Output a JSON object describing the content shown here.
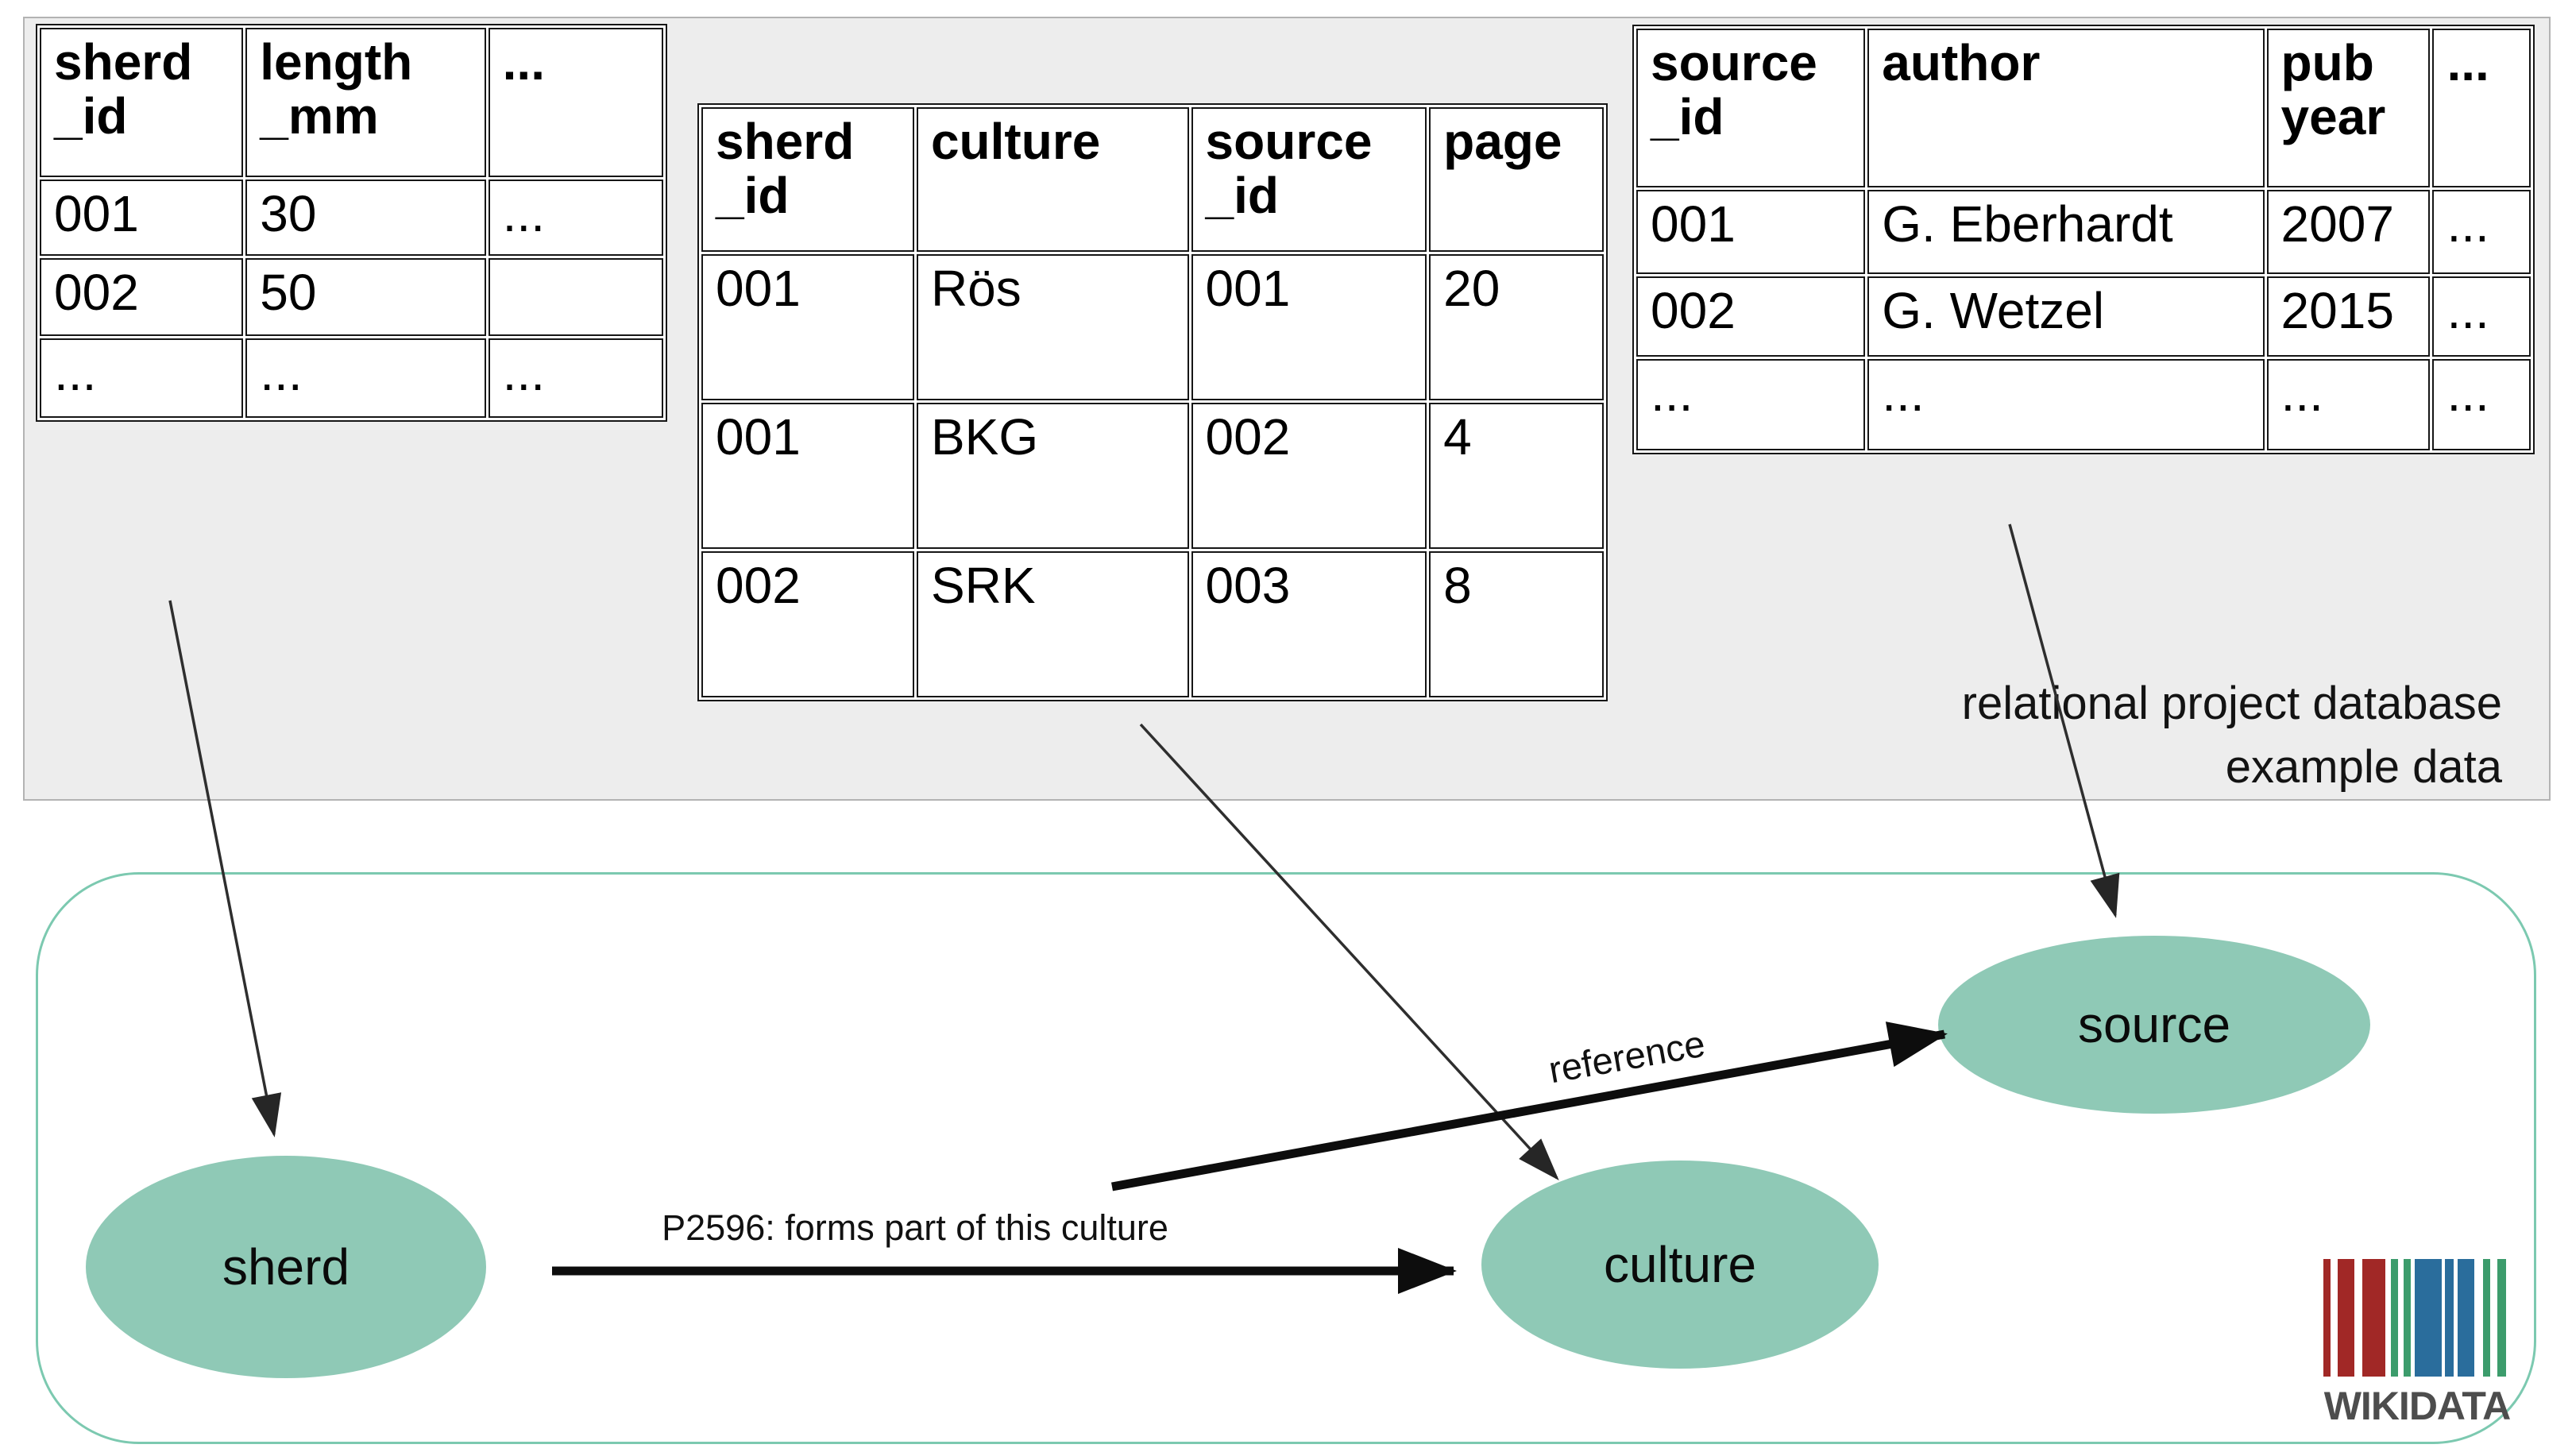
{
  "caption": {
    "line1": "relational project database",
    "line2": "example data"
  },
  "tables": {
    "sherd": {
      "headers": [
        "sherd\n_id",
        "length\n_mm",
        "..."
      ],
      "rows": [
        [
          "001",
          "30",
          "..."
        ],
        [
          "002",
          "50",
          ""
        ],
        [
          "...",
          "...",
          "..."
        ]
      ]
    },
    "sherd_culture": {
      "headers": [
        "sherd\n_id",
        "culture",
        "source\n_id",
        "page"
      ],
      "rows": [
        [
          "001",
          "Rös",
          "001",
          "20"
        ],
        [
          "001",
          "BKG",
          "002",
          "4"
        ],
        [
          "002",
          "SRK",
          "003",
          "8"
        ]
      ]
    },
    "source": {
      "headers": [
        "source\n_id",
        "author",
        "pub\nyear",
        "..."
      ],
      "rows": [
        [
          "001",
          "G. Eberhardt",
          "2007",
          "..."
        ],
        [
          "002",
          "G. Wetzel",
          "2015",
          "..."
        ],
        [
          "...",
          "...",
          "...",
          "..."
        ]
      ]
    }
  },
  "diagram": {
    "entities": {
      "sherd": "sherd",
      "culture": "culture",
      "source": "source"
    },
    "arrow_labels": {
      "p2596": "P2596: forms part of this culture",
      "reference": "reference"
    }
  },
  "logo": {
    "text": "WIKIDATA"
  },
  "colors": {
    "entity_fill": "#8fc9b6",
    "container_border": "#7cc9b0",
    "panel_bg": "#ededed",
    "table_border": "#161616",
    "logo_red": "#a12826",
    "logo_green": "#3c9c6c",
    "logo_blue": "#2a6d9c",
    "logo_text": "#4d4d4d"
  }
}
